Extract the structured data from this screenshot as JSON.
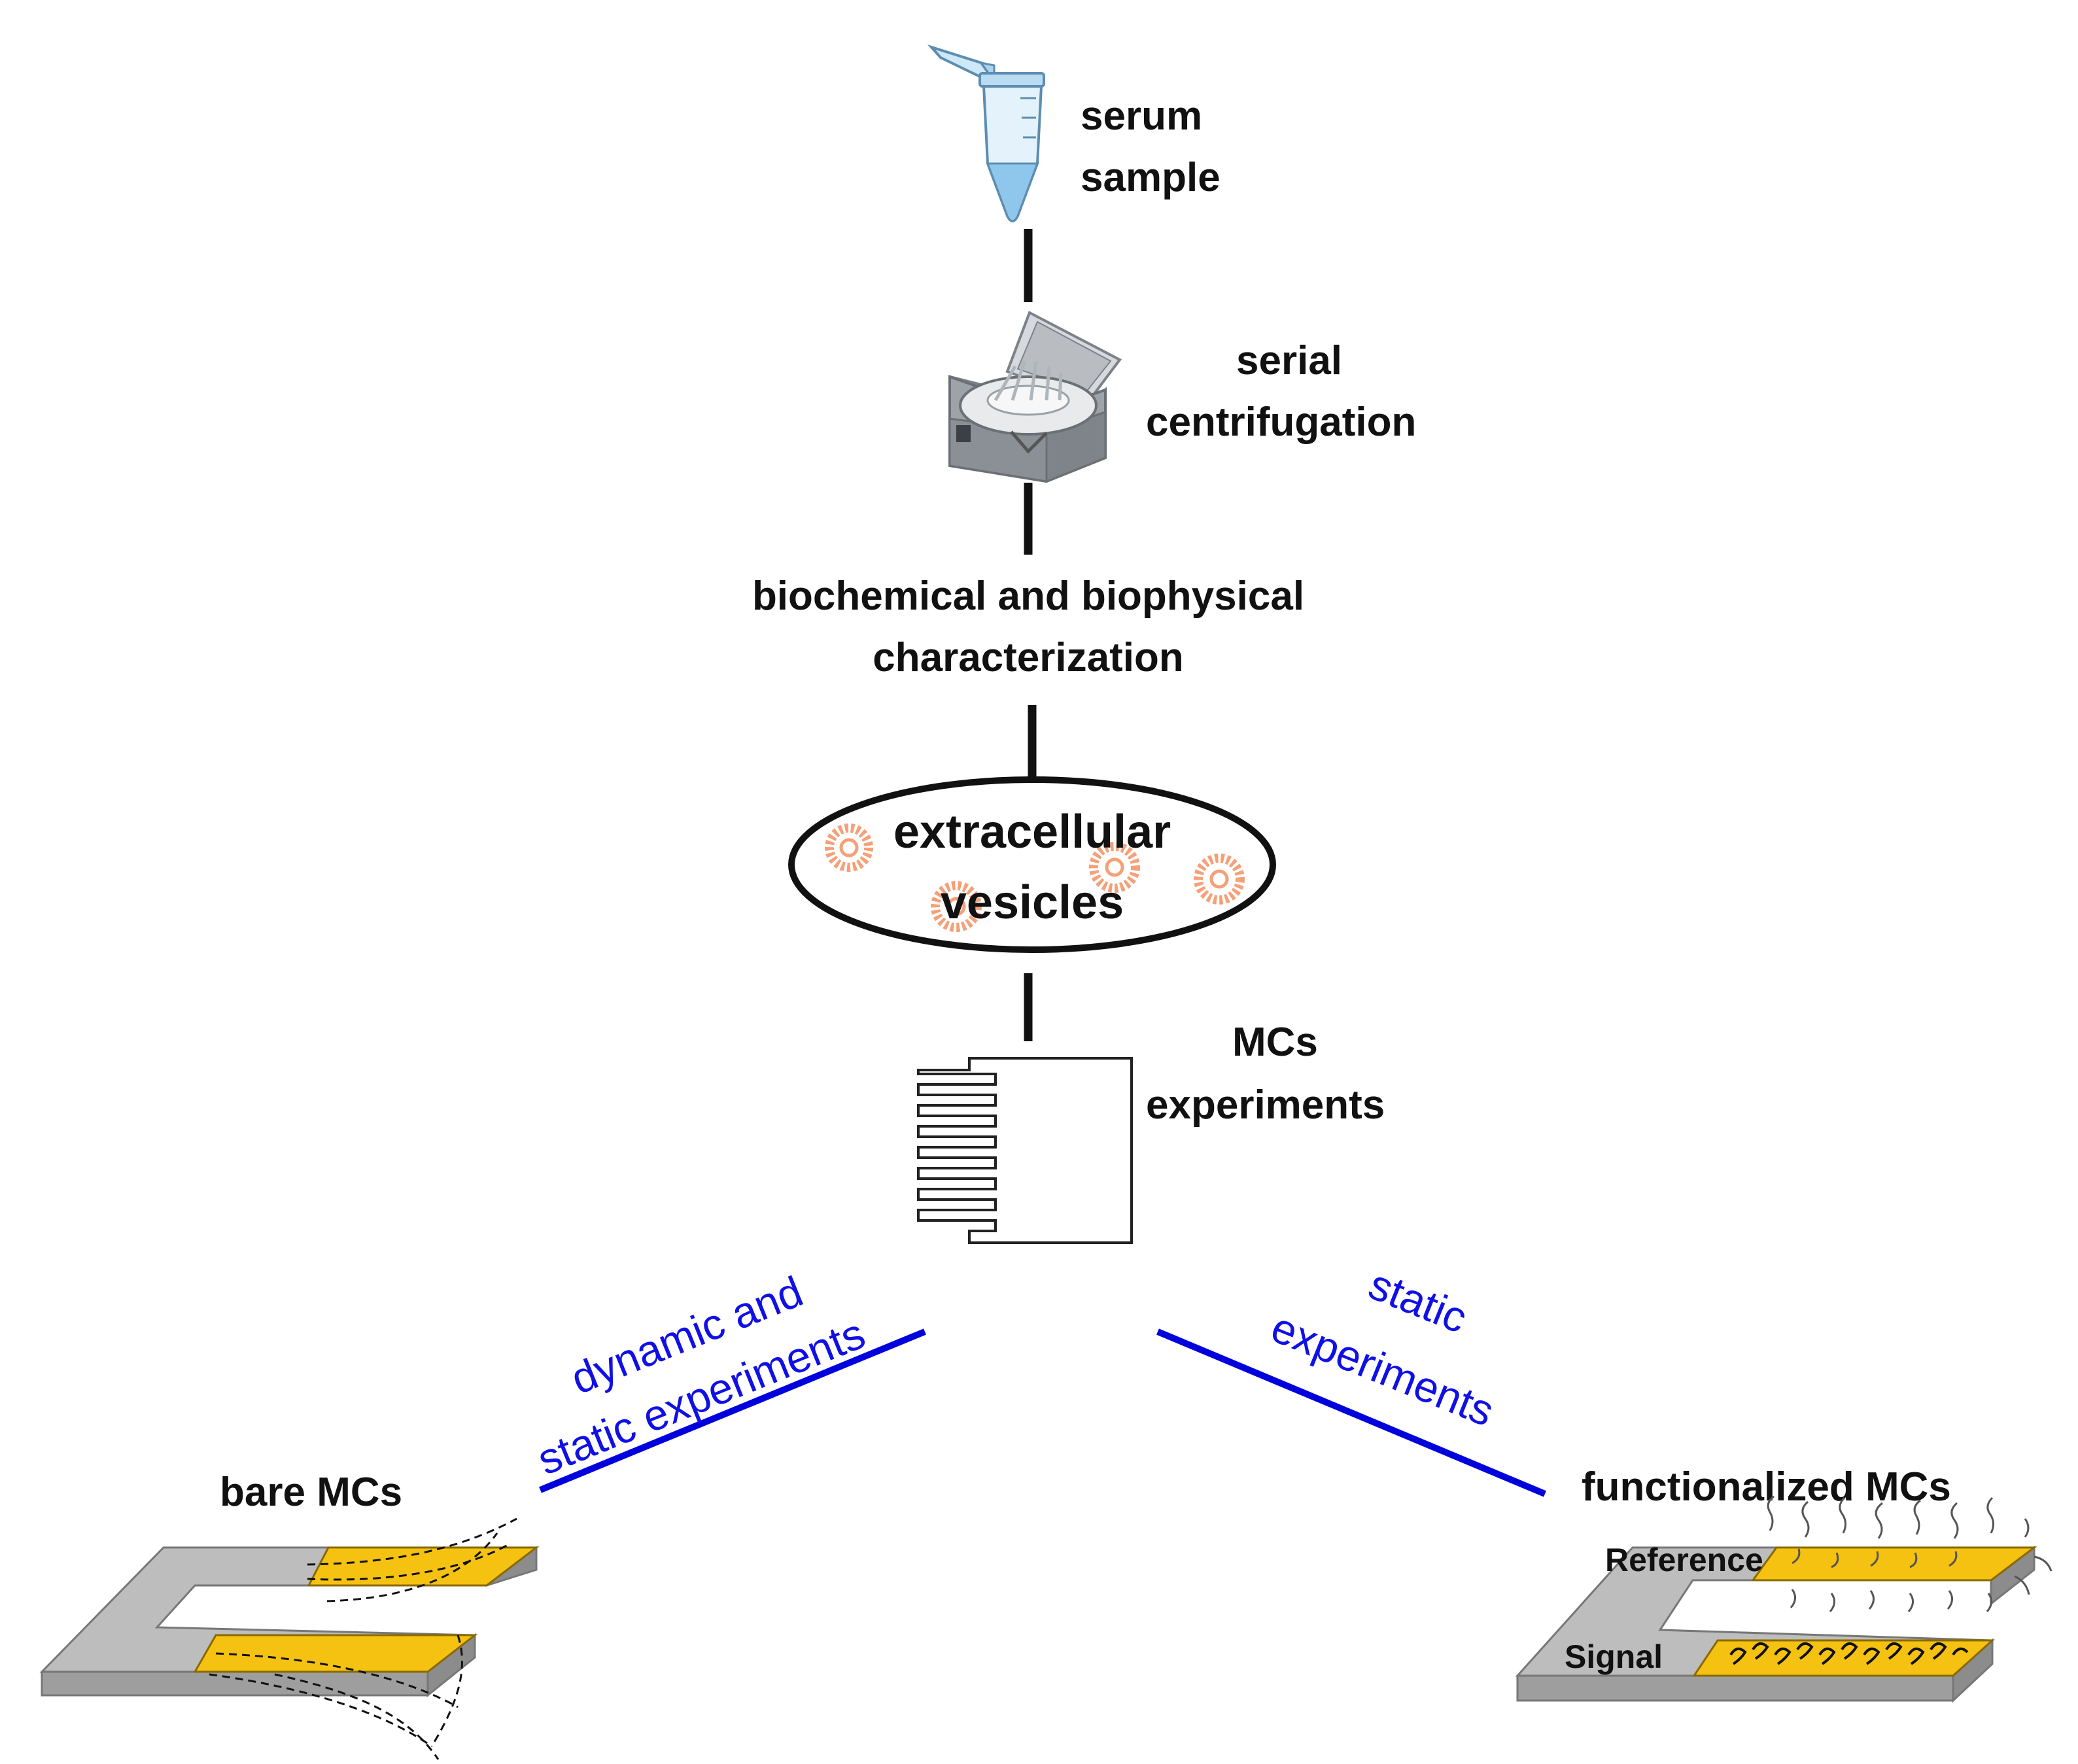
{
  "steps": {
    "serum": {
      "line1": "serum",
      "line2": "sample"
    },
    "centrifugation": {
      "line1": "serial",
      "line2": "centrifugation"
    },
    "characterization": {
      "line1": "biochemical  and biophysical",
      "line2": "characterization"
    },
    "vesicles": {
      "line1": "extracellular",
      "line2": "vesicles"
    },
    "mcs": {
      "line1": "MCs",
      "line2": "experiments"
    }
  },
  "branches": {
    "left": {
      "line1": "dynamic and",
      "line2": "static experiments"
    },
    "right": {
      "line1": "static",
      "line2": "experiments"
    }
  },
  "devices": {
    "bare": {
      "title": "bare MCs"
    },
    "functionalized": {
      "title": "functionalized MCs",
      "reference_label": "Reference",
      "signal_label": "Signal"
    }
  },
  "colors": {
    "gold": "#f5c211",
    "grey": "#bdbdbd",
    "blue_text": "#1010e6",
    "blue_line": "#0000dd",
    "vesicle": "#f5a078",
    "tube": "#9ecfee"
  }
}
